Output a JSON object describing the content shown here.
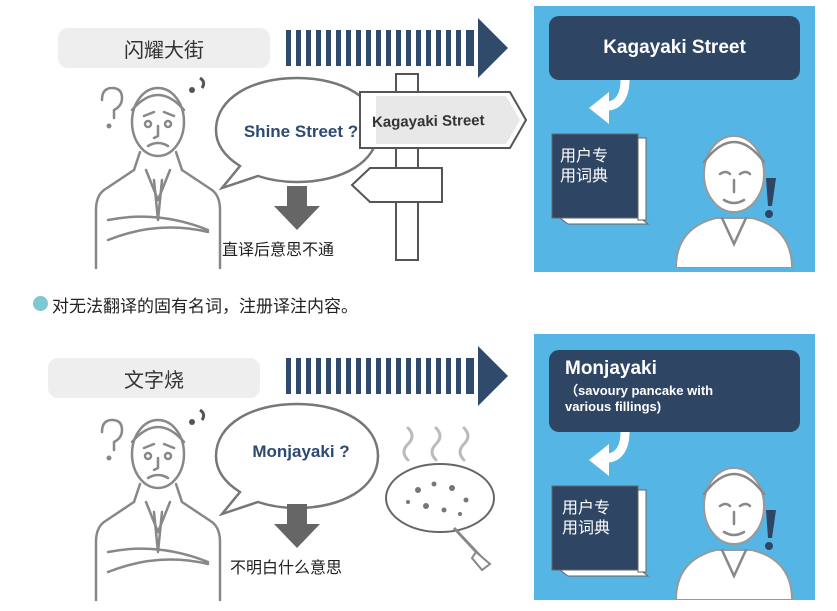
{
  "top": {
    "term": "闪耀大街",
    "bubble": "Shine Street ?",
    "sign_text": "Kagayaki Street",
    "caption": "直译后意思不通",
    "result_title": "Kagayaki Street",
    "book_label_line1": "用户专",
    "book_label_line2": "用词典"
  },
  "note": "对无法翻译的固有名词，注册译注内容。",
  "bottom": {
    "term": "文字烧",
    "bubble": "Monjayaki ?",
    "caption": "不明白什么意思",
    "result_title": "Monjayaki",
    "result_sub_line1": "（savoury pancake with",
    "result_sub_line2": "various fillings)",
    "book_label_line1": "用户专",
    "book_label_line2": "用词典"
  },
  "colors": {
    "panel_blue": "#55b6e6",
    "dark_navy": "#2e4664",
    "arrow_navy": "#2f4a6b",
    "bullet_teal": "#7ec7d4"
  }
}
